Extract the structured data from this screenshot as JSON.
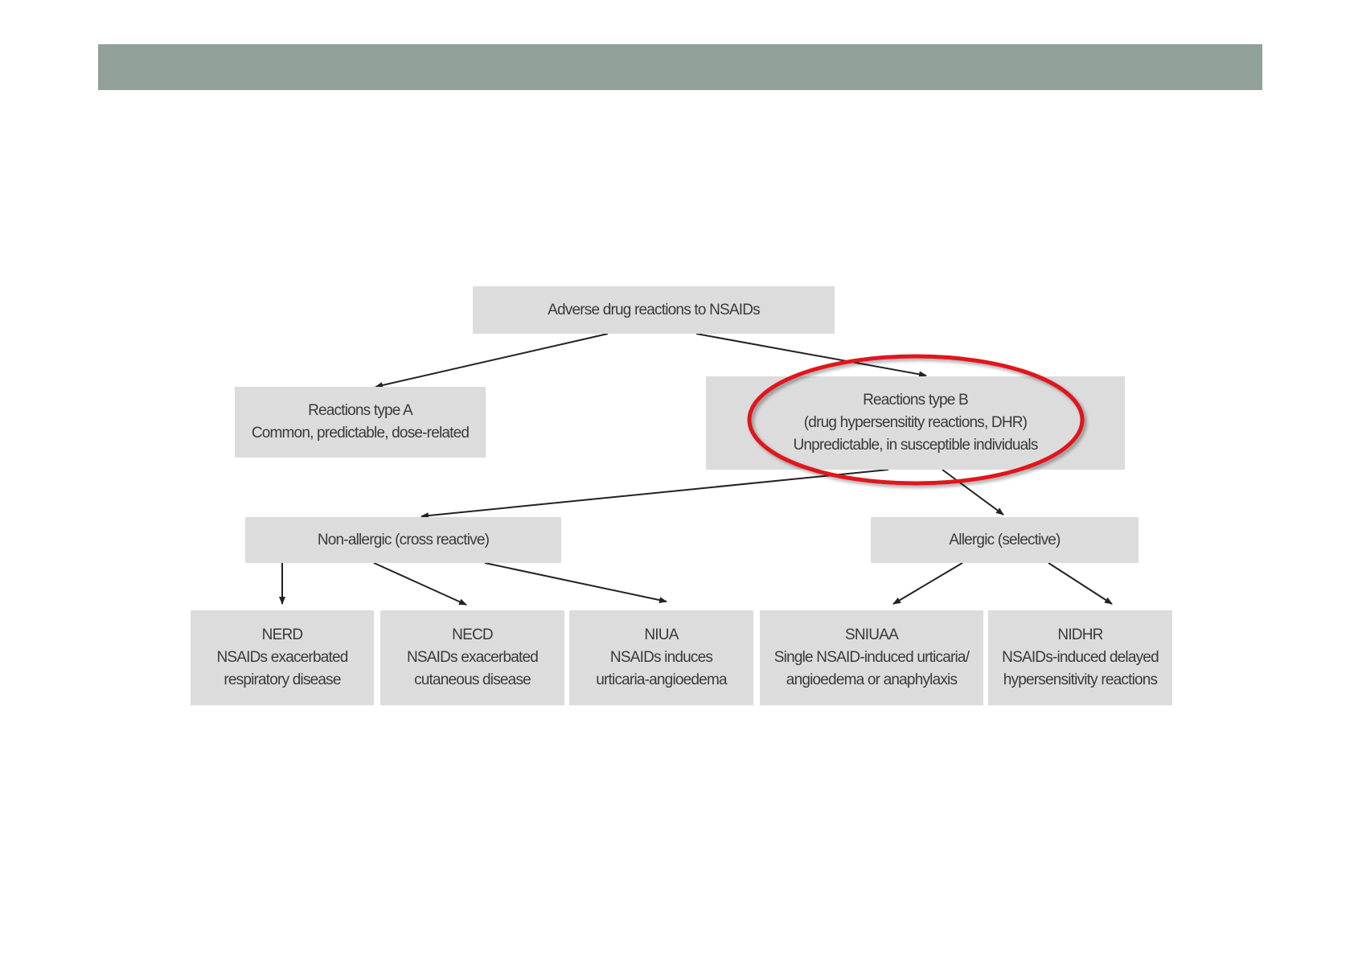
{
  "colors": {
    "header": "#91a197",
    "box": "#dcdcdc",
    "highlight": "#e0121a",
    "arrow": "#222222"
  },
  "diagram": {
    "root": {
      "lines": [
        "Adverse drug reactions to NSAIDs"
      ]
    },
    "type_a": {
      "lines": [
        "Reactions type A",
        "Common, predictable, dose-related"
      ]
    },
    "type_b": {
      "lines": [
        "Reactions type B",
        "(drug hypersensitity reactions, DHR)",
        "Unpredictable, in susceptible individuals"
      ],
      "highlighted": true
    },
    "non_allergic": {
      "lines": [
        "Non-allergic (cross reactive)"
      ]
    },
    "allergic": {
      "lines": [
        "Allergic (selective)"
      ]
    },
    "nerd": {
      "lines": [
        "NERD",
        "NSAIDs exacerbated",
        "respiratory disease"
      ]
    },
    "necd": {
      "lines": [
        "NECD",
        "NSAIDs exacerbated",
        "cutaneous disease"
      ]
    },
    "niua": {
      "lines": [
        "NIUA",
        "NSAIDs induces",
        "urticaria-angioedema"
      ]
    },
    "sniuaa": {
      "lines": [
        "SNIUAA",
        "Single NSAID-induced urticaria/",
        "angioedema or anaphylaxis"
      ]
    },
    "nidhr": {
      "lines": [
        "NIDHR",
        "NSAIDs-induced delayed",
        "hypersensitivity reactions"
      ]
    }
  }
}
